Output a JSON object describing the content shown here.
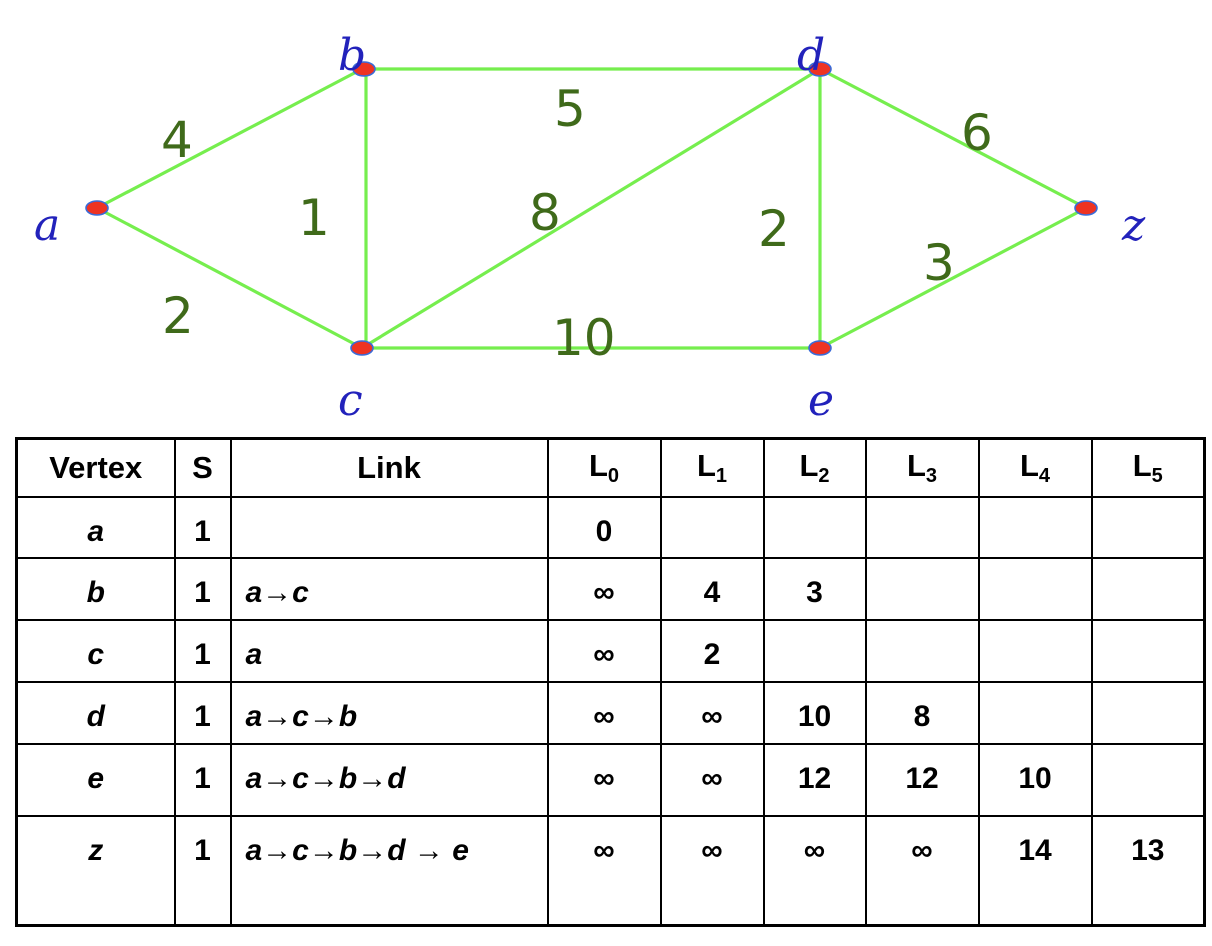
{
  "graph": {
    "vertices": [
      {
        "id": "a",
        "label": "a"
      },
      {
        "id": "b",
        "label": "b"
      },
      {
        "id": "c",
        "label": "c"
      },
      {
        "id": "d",
        "label": "d"
      },
      {
        "id": "e",
        "label": "e"
      },
      {
        "id": "z",
        "label": "z"
      }
    ],
    "edges": [
      {
        "from": "a",
        "to": "b",
        "weight": "4"
      },
      {
        "from": "a",
        "to": "c",
        "weight": "2"
      },
      {
        "from": "b",
        "to": "c",
        "weight": "1"
      },
      {
        "from": "b",
        "to": "d",
        "weight": "5"
      },
      {
        "from": "c",
        "to": "d",
        "weight": "8"
      },
      {
        "from": "c",
        "to": "e",
        "weight": "10"
      },
      {
        "from": "d",
        "to": "e",
        "weight": "2"
      },
      {
        "from": "d",
        "to": "z",
        "weight": "6"
      },
      {
        "from": "e",
        "to": "z",
        "weight": "3"
      }
    ],
    "colors": {
      "edge": "#76ee4e",
      "node": "#ee3322",
      "vertex_label": "#2222bb",
      "weight_label": "#3f6a1a"
    }
  },
  "table": {
    "headers": [
      "Vertex",
      "S",
      "Link",
      "L",
      "L",
      "L",
      "L",
      "L",
      "L"
    ],
    "header_subscripts": [
      "",
      "",
      "",
      "0",
      "1",
      "2",
      "3",
      "4",
      "5"
    ],
    "rows": [
      {
        "vertex": "a",
        "s": "1",
        "link": "",
        "l": [
          "0",
          "",
          "",
          "",
          "",
          ""
        ]
      },
      {
        "vertex": "b",
        "s": "1",
        "link": "a→c",
        "l": [
          "∞",
          "4",
          "3",
          "",
          "",
          ""
        ]
      },
      {
        "vertex": "c",
        "s": "1",
        "link": "a",
        "l": [
          "∞",
          "2",
          "",
          "",
          "",
          ""
        ]
      },
      {
        "vertex": "d",
        "s": "1",
        "link": "a→c→b",
        "l": [
          "∞",
          "∞",
          "10",
          "8",
          "",
          ""
        ]
      },
      {
        "vertex": "e",
        "s": "1",
        "link": "a→c→b→d",
        "l": [
          "∞",
          "∞",
          "12",
          "12",
          "10",
          ""
        ]
      },
      {
        "vertex": "z",
        "s": "1",
        "link": "a→c→b→d → e",
        "l": [
          "∞",
          "∞",
          "∞",
          "∞",
          "14",
          "13"
        ]
      }
    ]
  }
}
